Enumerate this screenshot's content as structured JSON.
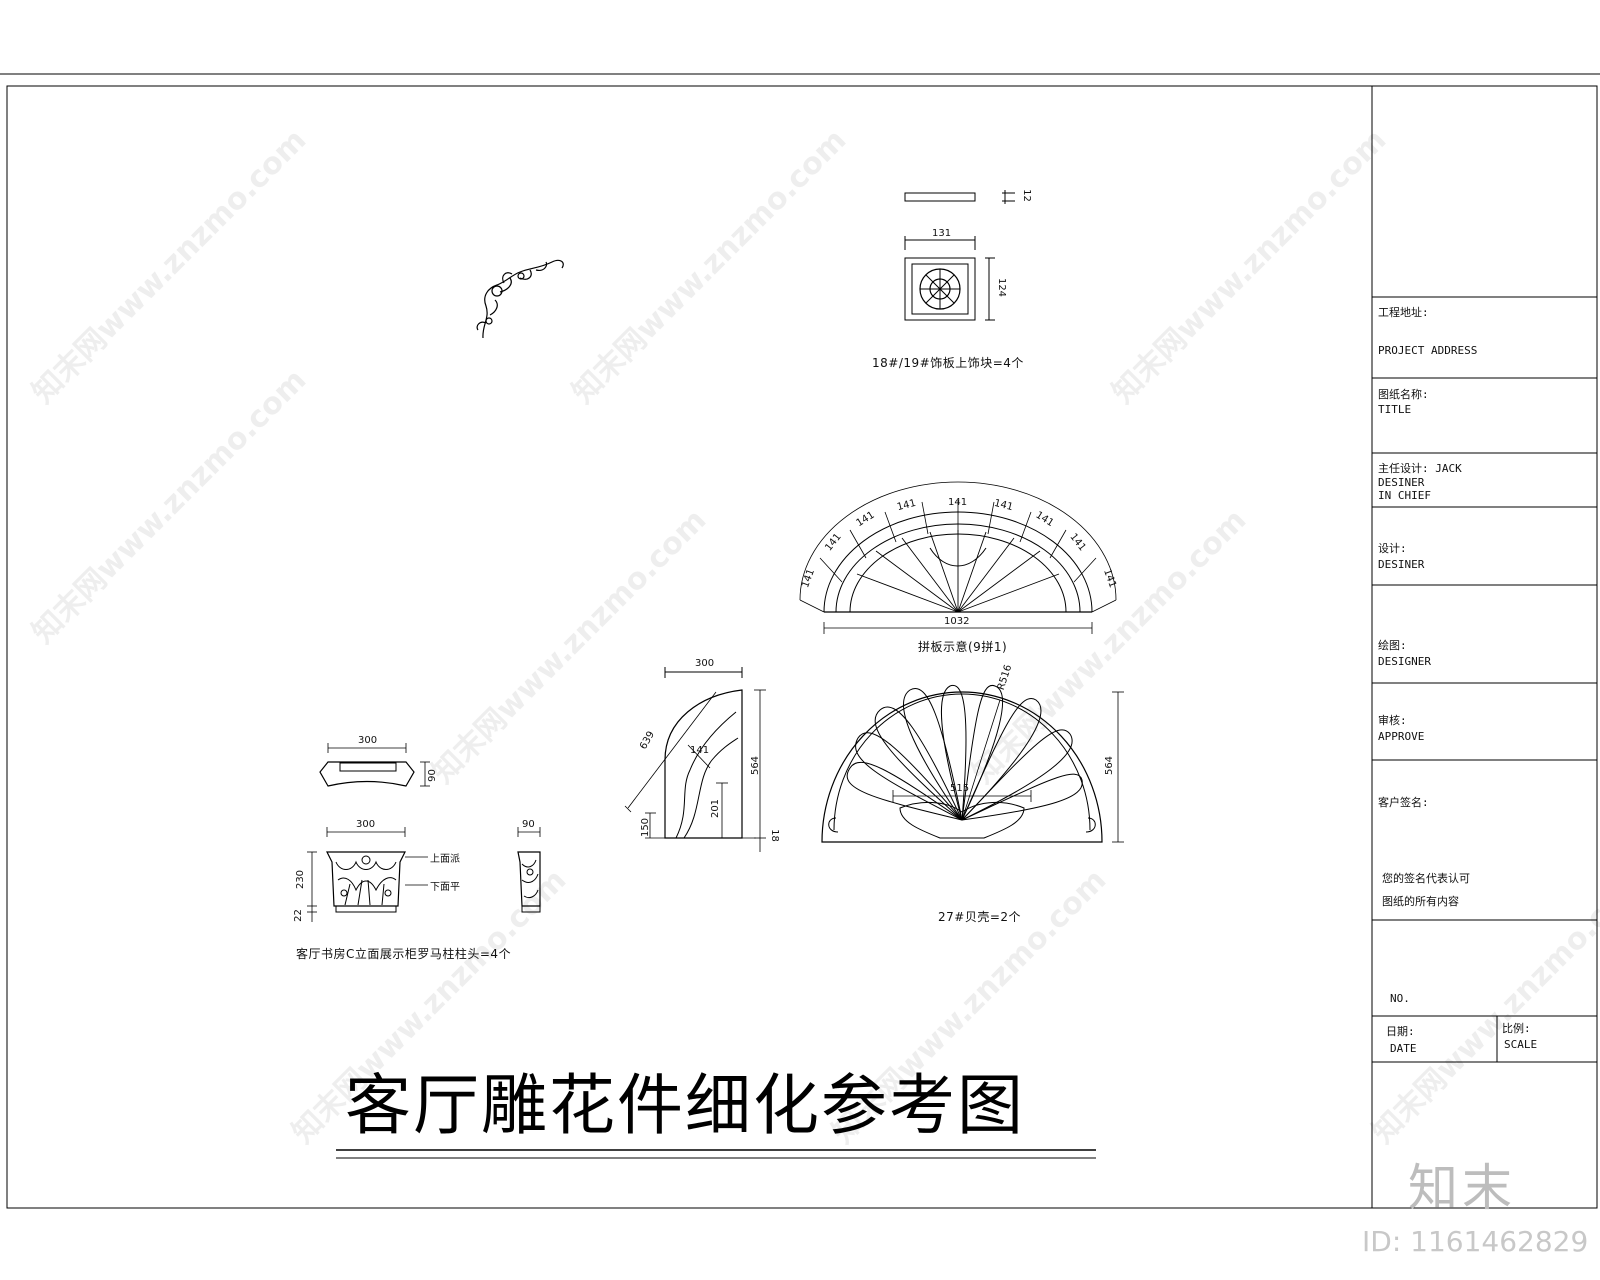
{
  "title": "客厅雕花件细化参考图",
  "watermark_text": "知末网www.znzmo.com",
  "logo_text": "知末",
  "id_code": "ID: 1161462829",
  "title_block": {
    "project_address_cn": "工程地址:",
    "project_address_en": "PROJECT ADDRESS",
    "title_cn": "图纸名称:",
    "title_en": "TITLE",
    "chief_designer_cn": "主任设计: JACK",
    "chief_designer_en1": "DESINER",
    "chief_designer_en2": "IN CHIEF",
    "design_cn": "设计:",
    "design_en": "DESINER",
    "drafter_cn": "绘图:",
    "drafter_en": "DESIGNER",
    "approve_cn": "审核:",
    "approve_en": "APPROVE",
    "client_sign": "客户签名:",
    "client_note_1": "您的签名代表认可",
    "client_note_2": "图纸的所有内容",
    "no_label": "NO.",
    "date_cn": "日期:",
    "date_en": "DATE",
    "scale_cn": "比例:",
    "scale_en": "SCALE"
  },
  "parts": {
    "block": {
      "caption": "18#/19#饰板上饰块=4个",
      "dim_width": "131",
      "dim_height": "124",
      "dim_thickness": "12"
    },
    "fan": {
      "caption": "拼板示意(9拼1)",
      "segment": "141",
      "base": "1032"
    },
    "shell": {
      "caption": "27#贝壳=2个",
      "width_top": "300",
      "slant": "639",
      "inner": "141",
      "height": "564",
      "lower": "201",
      "bottom": "150",
      "base": "18",
      "radius": "R516",
      "span": "515",
      "height_right": "564"
    },
    "capital": {
      "caption": "客厅书房C立面展示柜罗马柱柱头=4个",
      "plan_width": "300",
      "plan_depth": "90",
      "elev_width": "300",
      "elev_height": "230",
      "base_height": "22",
      "side_width": "90",
      "label_top": "上面派",
      "label_bottom": "下面平"
    }
  }
}
